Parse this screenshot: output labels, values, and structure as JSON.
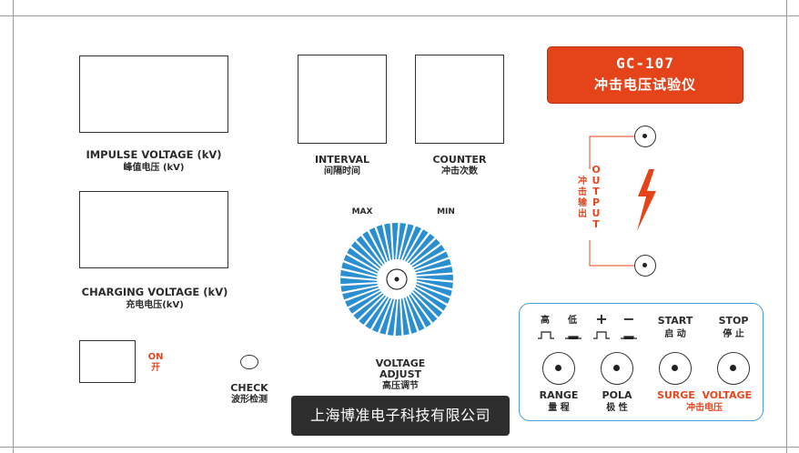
{
  "left_panel": {
    "impulse_voltage_label": "IMPULSE VOLTAGE (kV)",
    "impulse_voltage_label_cn": "峰值电压 (kV)",
    "charging_voltage_label": "CHARGING VOLTAGE (kV)",
    "charging_voltage_label_cn": "充电电压(kV)",
    "power_label": "ON",
    "power_label_cn": "开",
    "check_label": "CHECK",
    "check_label_cn": "波形检测"
  },
  "center_panel": {
    "interval_label": "INTERVAL",
    "interval_label_cn": "间隔时间",
    "counter_label": "COUNTER",
    "counter_label_cn": "冲击次数",
    "max_label": "MAX",
    "min_label": "MIN",
    "adjust_label_1": "VOLTAGE",
    "adjust_label_2": "ADJUST",
    "adjust_label_cn": "高压调节"
  },
  "title": {
    "model": "GC-107",
    "name_cn": "冲击电压试验仪"
  },
  "output": {
    "label": "OUTPUT",
    "label_cn": "冲击输出"
  },
  "controls": {
    "high_label_cn": "高",
    "low_label_cn": "低",
    "plus_label": "+",
    "minus_label": "−",
    "start_label": "START",
    "start_label_cn": "启 动",
    "stop_label": "STOP",
    "stop_label_cn": "停 止",
    "range_label": "RANGE",
    "range_label_cn": "量 程",
    "pola_label": "POLA",
    "pola_label_cn": "极 性",
    "surge_voltage_label": "SURGE  VOLTAGE",
    "surge_voltage_label_cn": "冲击电压"
  },
  "footer": {
    "company": "上海博准电子科技有限公司"
  },
  "colors": {
    "accent_red": "#e5431a",
    "dial_blue": "#2a8fd0",
    "panel_blue": "#4a9fd8"
  }
}
